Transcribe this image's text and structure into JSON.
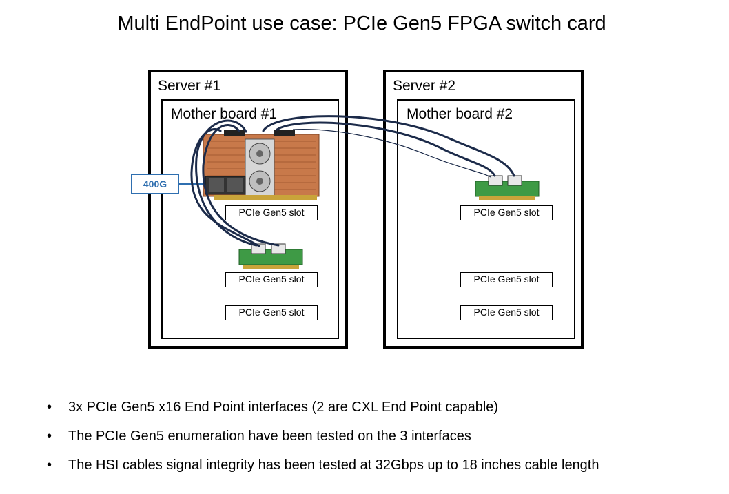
{
  "title": "Multi EndPoint use case: PCIe Gen5 FPGA switch card",
  "server1": {
    "label": "Server #1",
    "motherboard": "Mother board #1",
    "slots": [
      "PCIe Gen5 slot",
      "PCIe Gen5 slot",
      "PCIe Gen5 slot"
    ],
    "link_label": "400G"
  },
  "server2": {
    "label": "Server #2",
    "motherboard": "Mother board #2",
    "slots": [
      "PCIe Gen5 slot",
      "PCIe Gen5 slot",
      "PCIe Gen5 slot"
    ]
  },
  "bullets": [
    "3x PCIe Gen5 x16 End Point interfaces (2 are CXL End Point capable)",
    "The PCIe Gen5 enumeration have been tested on the 3 interfaces",
    "The HSI cables signal integrity has been tested at 32Gbps up to 18 inches cable length"
  ],
  "colors": {
    "cable": "#1c2b4a",
    "badge": "#2f6fb0",
    "card_copper": "#c8794a",
    "riser_green": "#3e9a45"
  }
}
